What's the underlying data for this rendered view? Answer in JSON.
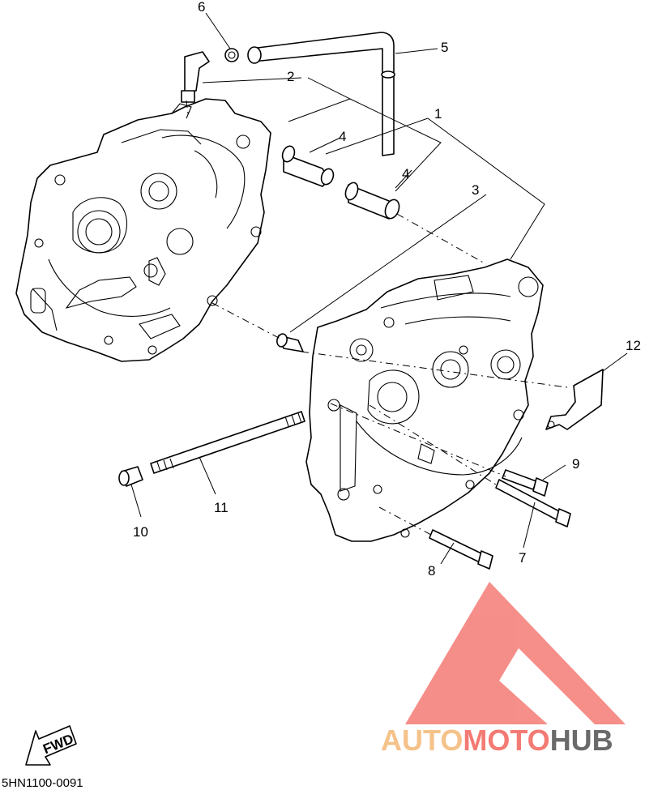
{
  "callouts": [
    "1",
    "2",
    "3",
    "4",
    "4",
    "5",
    "6",
    "7",
    "8",
    "9",
    "10",
    "11",
    "12"
  ],
  "direction_arrow": {
    "label": "FWD"
  },
  "drawing_code": "5HN1100-0091",
  "watermark": {
    "part1": "AUTO",
    "part2": "MOTO",
    "part3": "HUB",
    "color_auto": "#f5c28a",
    "color_moto": "#f47a74",
    "color_hub": "#6a6a6a",
    "logo_color": "#f47a74"
  }
}
